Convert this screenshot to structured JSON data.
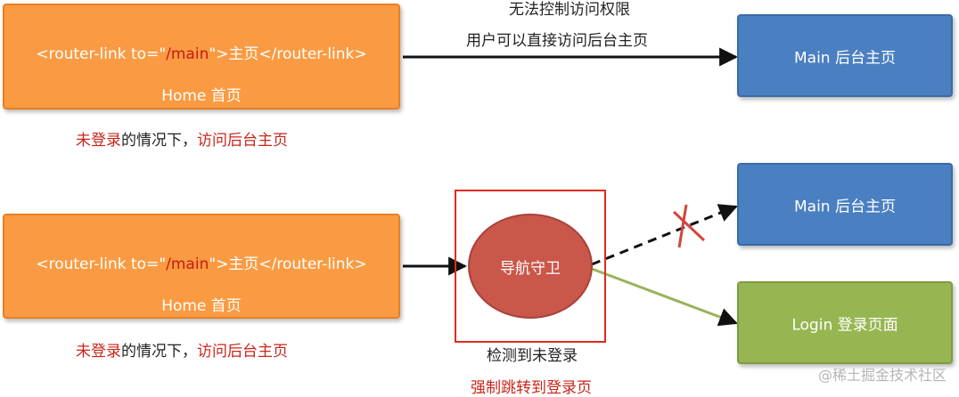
{
  "top_flow": {
    "link_box": {
      "code_prefix": "<router-link to=\"",
      "code_path": "/main",
      "code_suffix": "\">主页</router-link>",
      "label": "Home 首页"
    },
    "status_part1": "未登录",
    "status_part2": "的情况下，",
    "status_part3": "访问后台主页",
    "arrow_label_line1": "无法控制访问权限",
    "arrow_label_line2": "用户可以直接访问后台主页",
    "target": "Main 后台主页"
  },
  "bottom_flow": {
    "link_box": {
      "code_prefix": "<router-link to=\"",
      "code_path": "/main",
      "code_suffix": "\">主页</router-link>",
      "label": "Home 首页"
    },
    "status_part1": "未登录",
    "status_part2": "的情况下，",
    "status_part3": "访问后台主页",
    "guard": "导航守卫",
    "guard_caption_line1": "检测到未登录",
    "guard_caption_line2": "强制跳转到登录页",
    "blocked_target": "Main 后台主页",
    "redirect_target": "Login 登录页面"
  },
  "watermark": "@稀土掘金技术社区",
  "colors": {
    "link_box": "#fa9b43",
    "main_box": "#4a7fc1",
    "login_box": "#97b651",
    "guard": "#c9574a",
    "highlight_red": "#c8251a"
  }
}
